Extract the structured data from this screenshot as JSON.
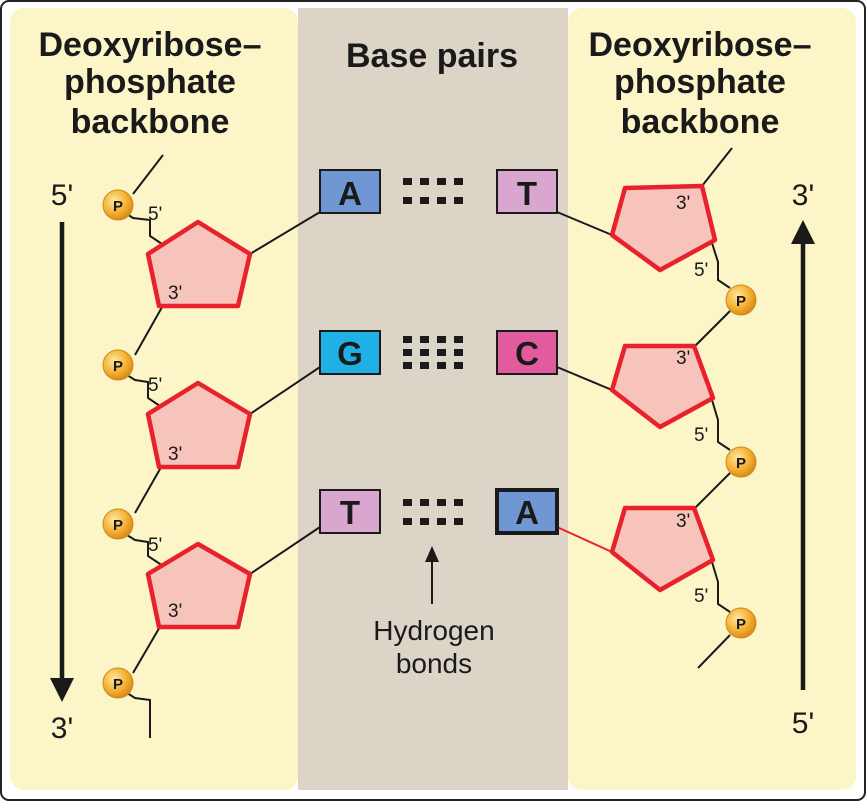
{
  "headings": {
    "left": [
      "Deoxyribose–",
      "phosphate",
      "backbone"
    ],
    "center": "Base pairs",
    "right": [
      "Deoxyribose–",
      "phosphate",
      "backbone"
    ]
  },
  "strands": {
    "left": {
      "top_end": "5'",
      "bottom_end": "3'"
    },
    "right": {
      "top_end": "3'",
      "bottom_end": "5'"
    }
  },
  "sugar_labels": {
    "three_prime": "3'",
    "five_prime": "5'"
  },
  "phosphate_label": "P",
  "base_pairs": [
    {
      "left": "A",
      "right": "T",
      "left_color": "#6f97d4",
      "right_color": "#d9a6cf",
      "hydrogen_bonds": 2
    },
    {
      "left": "G",
      "right": "C",
      "left_color": "#1fb0e6",
      "right_color": "#e35b9f",
      "hydrogen_bonds": 3
    },
    {
      "left": "T",
      "right": "A",
      "left_color": "#d9a6cf",
      "right_color": "#6f97d4",
      "hydrogen_bonds": 2
    }
  ],
  "annotation": {
    "line1": "Hydrogen",
    "line2": "bonds"
  },
  "colors": {
    "backbone_panel": "#fbf5c8",
    "center_panel": "#dcd4c6",
    "sugar_fill": "#f6c4ba",
    "sugar_stroke": "#e8212c",
    "phosphate_fill": "#f4a62a"
  }
}
